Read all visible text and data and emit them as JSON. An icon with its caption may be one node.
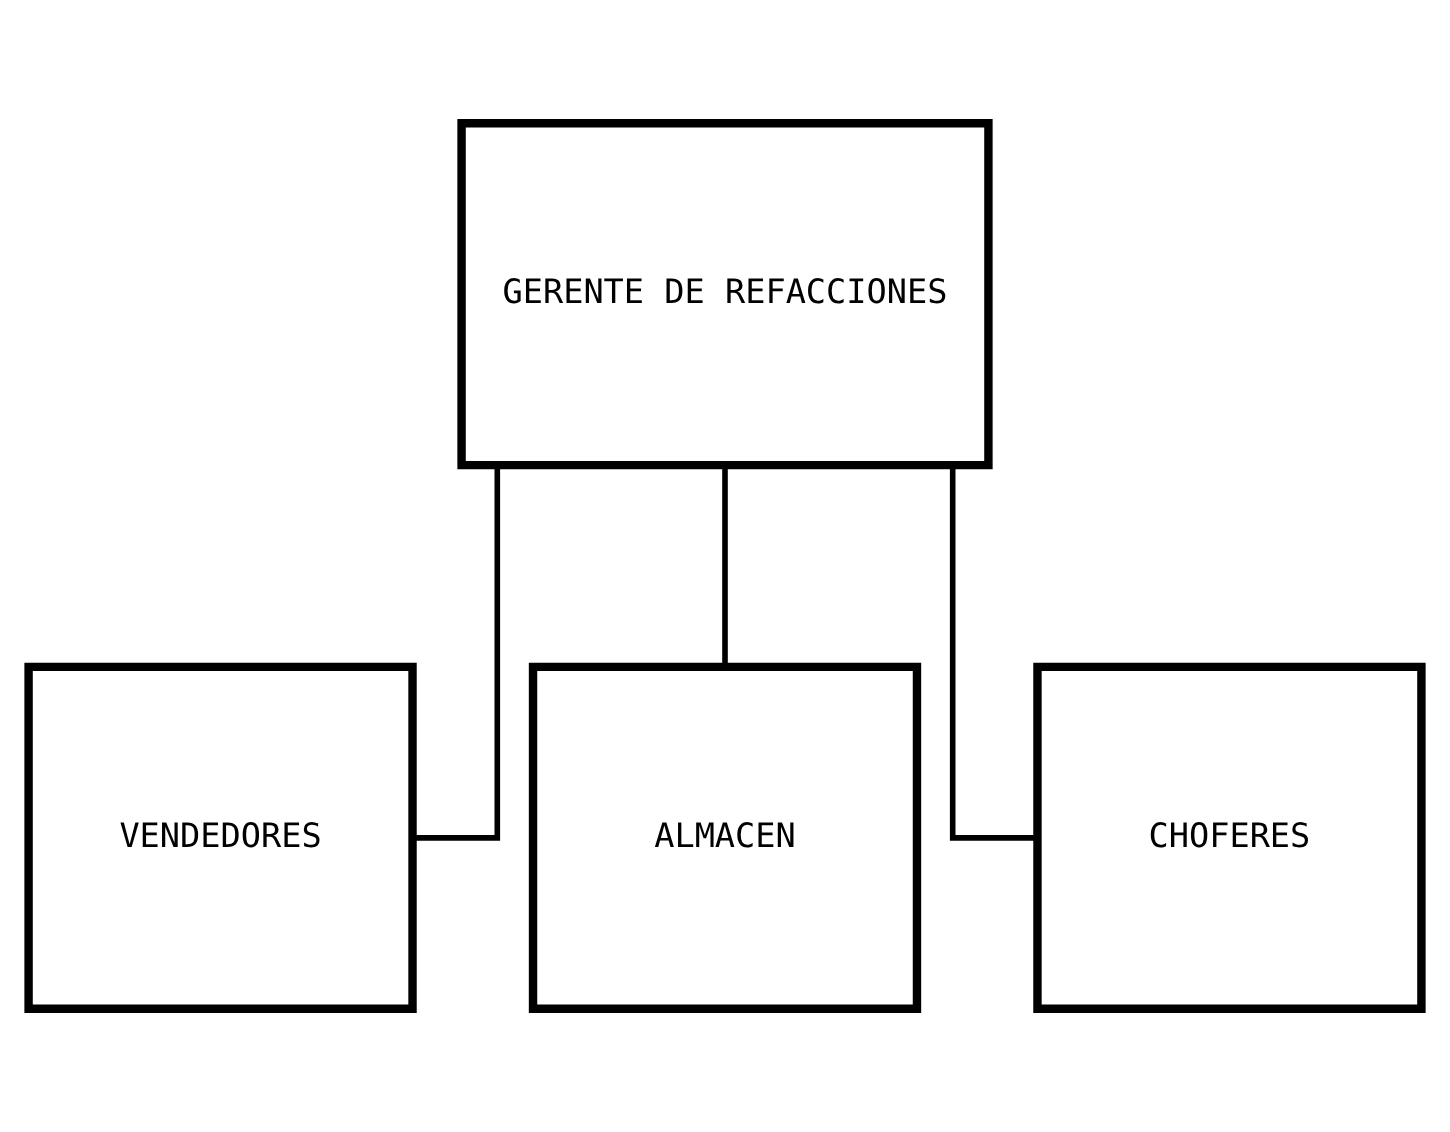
{
  "diagram": {
    "nodes": [
      {
        "text": [
          "GERENTE DE REFACCIONES"
        ]
      },
      {
        "text": [
          "VENDEDORES"
        ]
      },
      {
        "text": [
          "ALMACEN"
        ]
      },
      {
        "text": [
          "CHOFERES"
        ]
      }
    ],
    "edges": [
      {
        "from": 0,
        "to": 1,
        "arrow": "none"
      },
      {
        "from": 0,
        "to": 2,
        "arrow": "none"
      },
      {
        "from": 0,
        "to": 3,
        "arrow": "none"
      }
    ]
  }
}
